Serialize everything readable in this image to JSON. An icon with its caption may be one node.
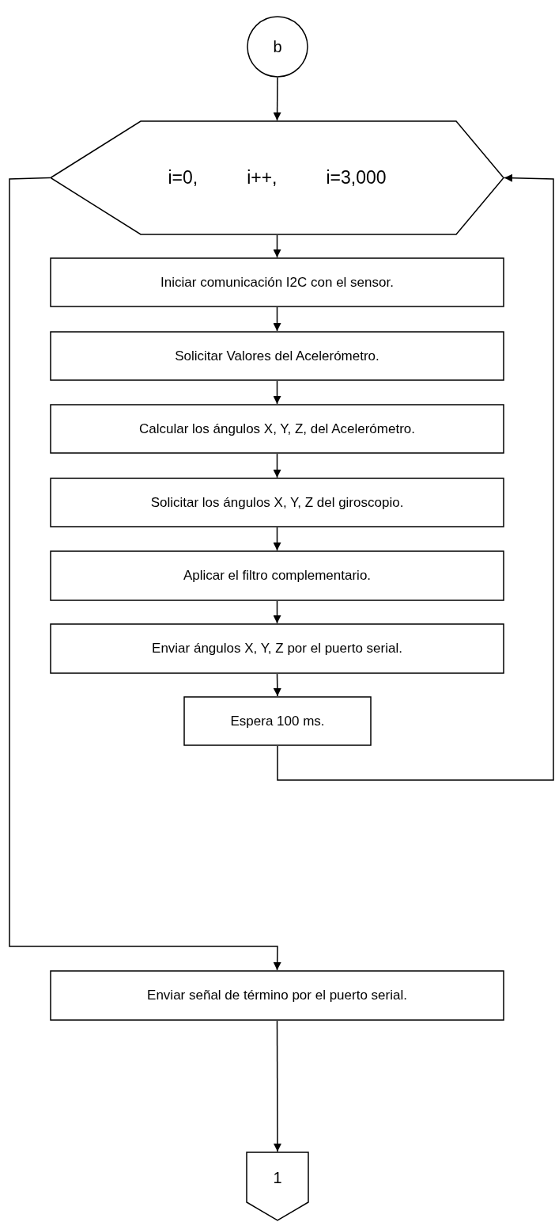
{
  "diagram": {
    "nodes": [
      {
        "text": [
          "b"
        ]
      },
      {
        "text": [
          "i=0,",
          "i++,",
          "i=3,000"
        ]
      },
      {
        "text": [
          "Iniciar comunicación I2C con el sensor."
        ]
      },
      {
        "text": [
          "Solicitar Valores del Acelerómetro."
        ]
      },
      {
        "text": [
          "Calcular los ángulos X, Y, Z, del Acelerómetro."
        ]
      },
      {
        "text": [
          "Solicitar los ángulos X, Y, Z del giroscopio."
        ]
      },
      {
        "text": [
          "Aplicar el filtro complementario."
        ]
      },
      {
        "text": [
          "Enviar ángulos X, Y, Z por el puerto serial."
        ]
      },
      {
        "text": [
          "Espera 100 ms."
        ]
      },
      {
        "text": [
          "Enviar señal de término por el puerto serial."
        ]
      },
      {
        "text": [
          "1"
        ]
      }
    ],
    "edges": [
      {
        "from": 0,
        "to": 1,
        "arrow": "to"
      },
      {
        "from": 1,
        "to": 2,
        "arrow": "to"
      },
      {
        "from": 2,
        "to": 3,
        "arrow": "to"
      },
      {
        "from": 3,
        "to": 4,
        "arrow": "to"
      },
      {
        "from": 4,
        "to": 5,
        "arrow": "to"
      },
      {
        "from": 5,
        "to": 6,
        "arrow": "to"
      },
      {
        "from": 6,
        "to": 7,
        "arrow": "to"
      },
      {
        "from": 7,
        "to": 8,
        "arrow": "to"
      },
      {
        "from": 8,
        "to": 1,
        "arrow": "to"
      },
      {
        "from": 1,
        "to": 9,
        "arrow": "to"
      },
      {
        "from": 9,
        "to": 10,
        "arrow": "to"
      }
    ]
  }
}
